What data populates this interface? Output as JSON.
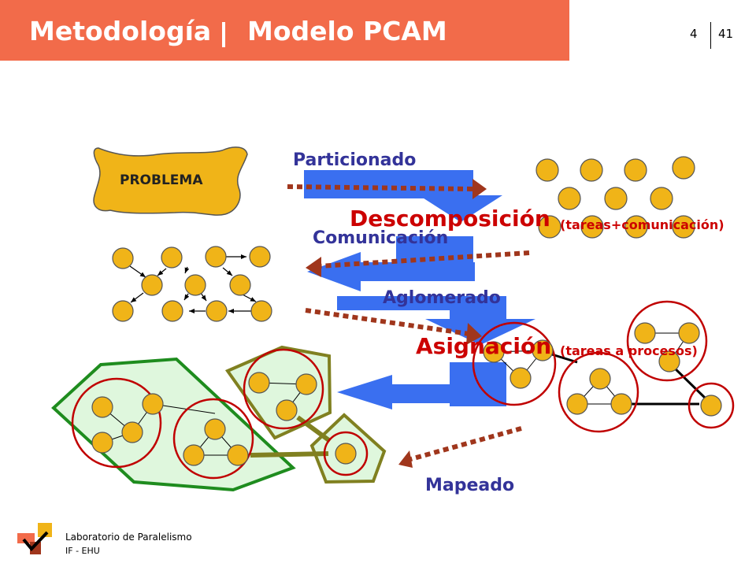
{
  "header": {
    "title": "Metodología",
    "subtitle": "Modelo PCAM",
    "page_current": "4",
    "page_total": "41"
  },
  "diagram": {
    "problem_label": "PROBLEMA",
    "step_partition": "Particionado",
    "step_communication": "Comunicación",
    "step_agglomeration": "Aglomerado",
    "step_mapping": "Mapeado",
    "decomposition_label": "Descomposición",
    "decomposition_note": "(tareas+comunicación)",
    "assignment_label": "Asignación",
    "assignment_note": "(tareas a procesos)"
  },
  "footer": {
    "lab_line": "Laboratorio de Paralelismo",
    "org_line": "IF - EHU"
  },
  "colors": {
    "header_bg": "#f26b4a",
    "node_fill": "#f0b418",
    "arrow_blue": "#3a6ff0",
    "step_text": "#333399",
    "highlight_red": "#cc0000",
    "dotted_arrow": "#a0361c",
    "group_green": "#1e8c1e",
    "group_olive": "#808020",
    "process_circle": "#c00000"
  }
}
